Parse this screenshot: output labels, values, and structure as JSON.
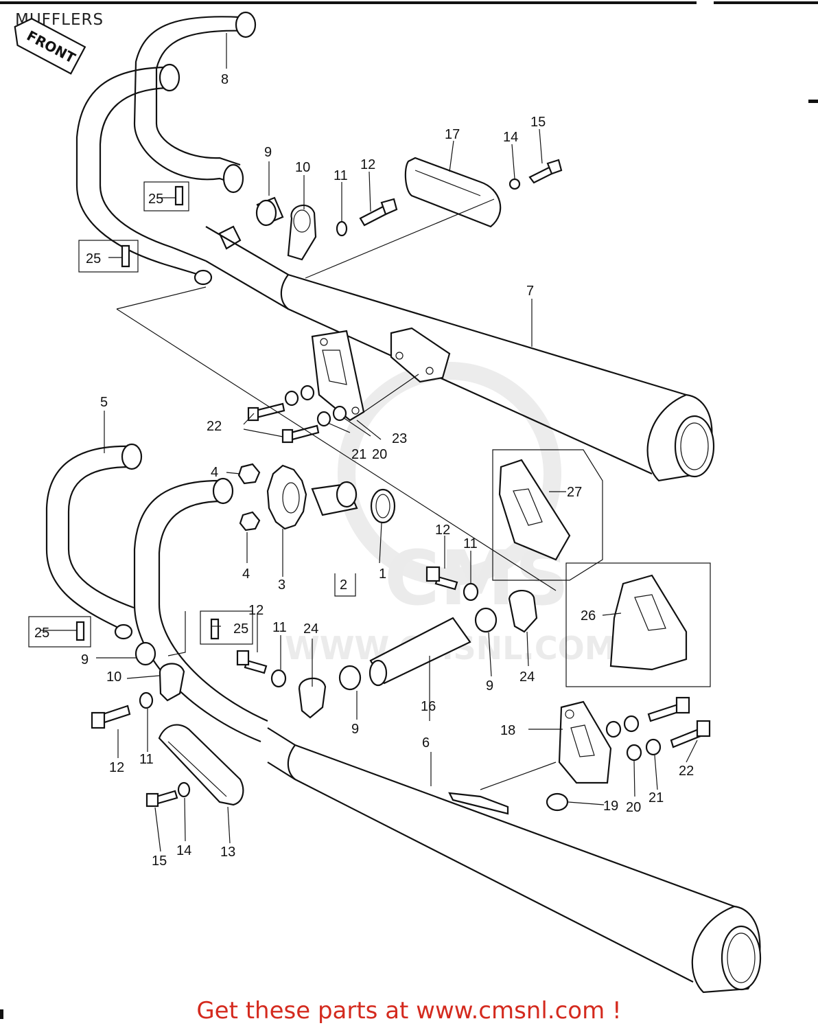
{
  "title": "MUFFLERS",
  "front_tag": "FRONT",
  "watermark": {
    "site": "WWW.CMSNL.COM",
    "brand": "CMS"
  },
  "callouts": [
    "1",
    "2",
    "3",
    "4",
    "5",
    "6",
    "7",
    "8",
    "9",
    "10",
    "11",
    "12",
    "13",
    "14",
    "15",
    "16",
    "17",
    "18",
    "19",
    "20",
    "21",
    "22",
    "23",
    "24",
    "25",
    "26",
    "27"
  ],
  "footer": "Get these parts at www.cmsnl.com !",
  "colors": {
    "footer_text": "#d42a1e",
    "line": "#111111",
    "watermark": "#e9e9e9"
  }
}
